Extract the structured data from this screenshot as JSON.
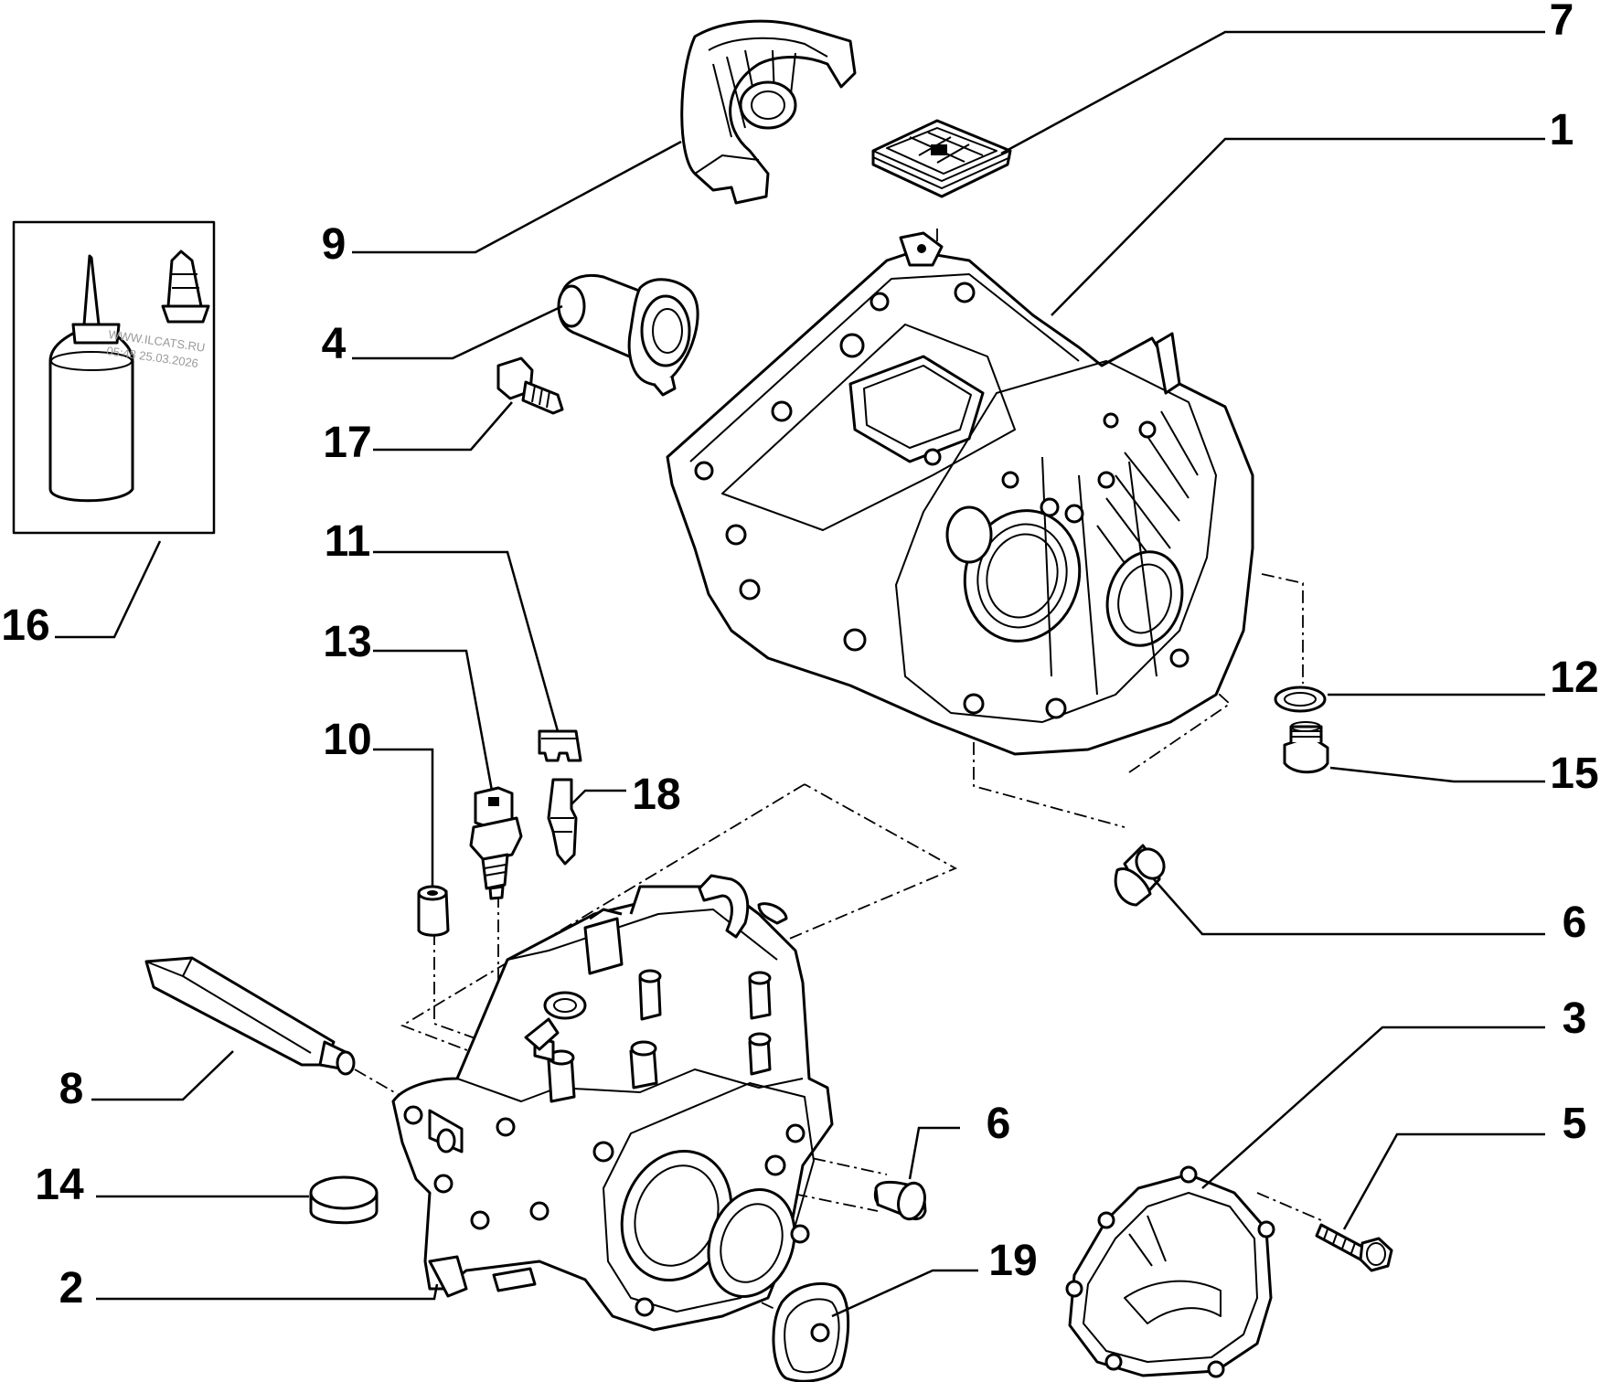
{
  "callouts": [
    {
      "id": "c1",
      "number": "1"
    },
    {
      "id": "c2",
      "number": "2"
    },
    {
      "id": "c3",
      "number": "3"
    },
    {
      "id": "c4",
      "number": "4"
    },
    {
      "id": "c5",
      "number": "5"
    },
    {
      "id": "c6a",
      "number": "6"
    },
    {
      "id": "c6b",
      "number": "6"
    },
    {
      "id": "c7",
      "number": "7"
    },
    {
      "id": "c8",
      "number": "8"
    },
    {
      "id": "c9",
      "number": "9"
    },
    {
      "id": "c10",
      "number": "10"
    },
    {
      "id": "c11",
      "number": "11"
    },
    {
      "id": "c12",
      "number": "12"
    },
    {
      "id": "c13",
      "number": "13"
    },
    {
      "id": "c14",
      "number": "14"
    },
    {
      "id": "c15",
      "number": "15"
    },
    {
      "id": "c16",
      "number": "16"
    },
    {
      "id": "c17",
      "number": "17"
    },
    {
      "id": "c18",
      "number": "18"
    },
    {
      "id": "c19",
      "number": "19"
    }
  ],
  "watermark": {
    "line1": "WWW.ILCATS.RU",
    "line2": "05:48 25.03.2026"
  }
}
